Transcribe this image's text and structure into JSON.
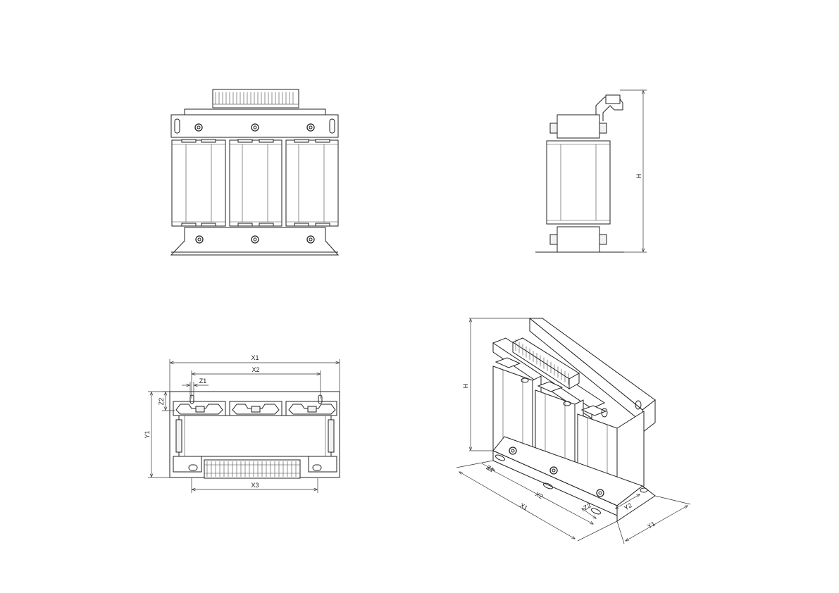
{
  "labels": {
    "x1": "X1",
    "x2": "X2",
    "x3": "X3",
    "y1": "Y1",
    "y2": "Y2",
    "z1": "Z1",
    "z2": "Z2",
    "h": "H"
  }
}
